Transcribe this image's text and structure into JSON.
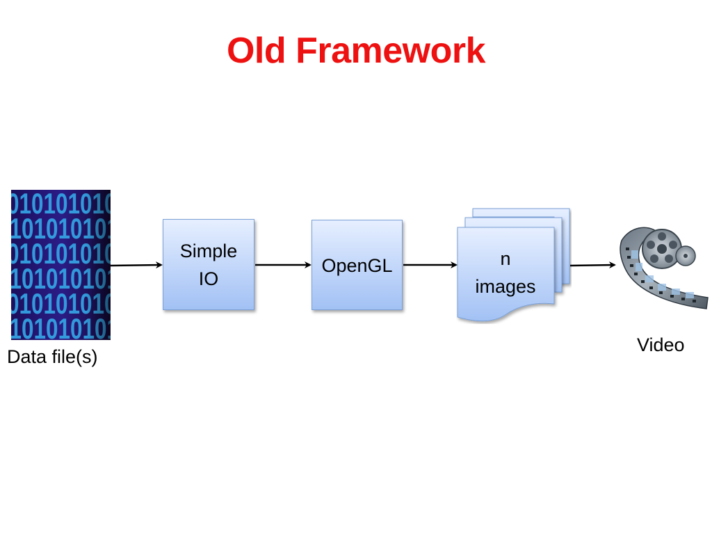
{
  "slide": {
    "title": "Old Framework",
    "title_color": "#ee1111"
  },
  "nodes": {
    "data_files": {
      "caption": "Data file(s)",
      "image_text": "0101010101"
    },
    "simple_io": {
      "label": "Simple\nIO"
    },
    "opengl": {
      "label": "OpenGL"
    },
    "images": {
      "label": "n\nimages"
    },
    "video": {
      "caption": "Video"
    }
  },
  "colors": {
    "box_fill": "#c4d8fa",
    "box_border": "#7aa0d6",
    "arrow": "#000000",
    "binary_bg": "#1a1060",
    "binary_digits": "#35a8e8"
  },
  "icons": {
    "data_files": "binary-data-image",
    "video": "film-reel-icon"
  }
}
